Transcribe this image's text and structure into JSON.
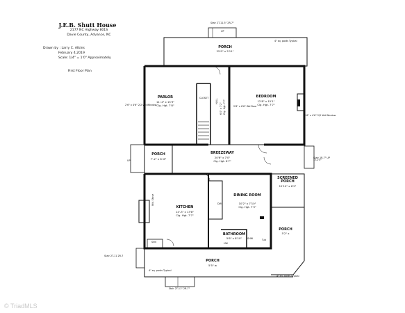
{
  "header": {
    "title": "J.E.B. Shutt House",
    "address": "2177 NC Highway 801S",
    "location": "Davie County, Advance, NC",
    "drawn_by": "Drawn by : Larry C. Atkins",
    "date": "February 4,2019",
    "scale": "Scale: 1/4\" = 1'0\" Approximately",
    "plan_name": "First Floor Plan"
  },
  "rooms": {
    "parlor": {
      "name": "PARLOR",
      "size": "11'-4\" x 15'3\"",
      "ceiling": "Clg. Hgt. 7'8\""
    },
    "bedroom": {
      "name": "BEDROOM",
      "size": "12'8\" x 15'1\"",
      "ceiling": "Clg. Hgt. 7'7\""
    },
    "hall": {
      "name": "HALL",
      "size": "6'0\" x 7'2\"",
      "ceiling": "Clg. Hgt. 7'7\""
    },
    "closet": {
      "name": "CLOSET"
    },
    "breezeway": {
      "name": "BREEZEWAY",
      "size": "20'6\" x 7'0\"",
      "ceiling": "Clg. Hgt. 6'7\""
    },
    "porch_left": {
      "name": "PORCH",
      "size": "7'-2\" x 6'-6\""
    },
    "kitchen": {
      "name": "KITCHEN",
      "size": "14'-3\" x 13'8\"",
      "ceiling": "Clg. Hgt. 7'7\""
    },
    "dining": {
      "name": "DINING ROOM",
      "size": "10'2\" x 7'10\"",
      "ceiling": "Clg. Hgt. 7'3\""
    },
    "screened_porch": {
      "name": "SCREENED PORCH",
      "size": "12'10\" x 6'2\""
    },
    "bathroom": {
      "name": "BATHROOM",
      "size": "5'6\" x 8'10\""
    },
    "porch_right": {
      "name": "PORCH",
      "size": "5'2\" x"
    },
    "porch_top": {
      "name": "PORCH",
      "size": "25'0\" x 5'11\""
    },
    "porch_bottom": {
      "name": "PORCH",
      "size": "5'5\" w"
    }
  },
  "fixtures": {
    "sink": "Sink",
    "wd_stove": "Wd. Stove",
    "hw": "HW",
    "dw": "DW",
    "shw": "SHW",
    "tub": "Tub"
  },
  "stairs": {
    "top": "Stair 2T-11.5\" 2R-7\"",
    "up": "UP",
    "right": "Stair 1R-7\" UP 1T-1'5\"",
    "bottom_left": "Stair 2T-11 2R-7",
    "bottom": "Stair 2T-11\" 2R-7\""
  },
  "notes": {
    "wd_window": "2'6\" x 4'6\" 2/2 Wd Window",
    "door": "2'8\" x 6'6\" Wd Door",
    "posts": "4\" sq. posts Typical",
    "up_left": "UP"
  },
  "watermark": "© TriadMLS"
}
